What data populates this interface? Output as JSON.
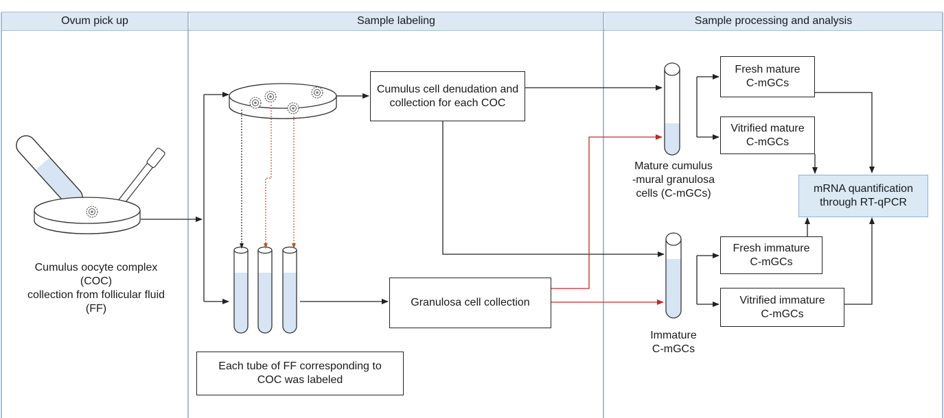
{
  "panels": {
    "ovum": "Ovum pick up",
    "labeling": "Sample labeling",
    "processing": "Sample processing and analysis"
  },
  "labels": {
    "coc_collection": "Cumulus oocyte complex\n(COC)\ncollection from follicular fluid\n(FF)",
    "mature_cells": "Mature cumulus\n-mural granulosa\ncells (C-mGCs)",
    "immature_cells": "Immature\nC-mGCs"
  },
  "boxes": {
    "denudation": "Cumulus cell denudation and\ncollection for each COC",
    "granulosa": "Granulosa cell collection",
    "tube_label": "Each tube of FF corresponding to\nCOC was labeled",
    "fresh_mature": "Fresh mature\nC-mGCs",
    "vitrified_mature": "Vitrified mature\nC-mGCs",
    "fresh_immature": "Fresh immature\nC-mGCs",
    "vitrified_immature": "Vitrified immature\nC-mGCs",
    "mrna": "mRNA quantification\nthrough RT-qPCR"
  },
  "colors": {
    "panel_border": "#a9bdd2",
    "header_fill": "#dce8f3",
    "tube_liquid": "#d6e4f4",
    "red_arrow": "#c62828",
    "black_arrow": "#222222"
  }
}
